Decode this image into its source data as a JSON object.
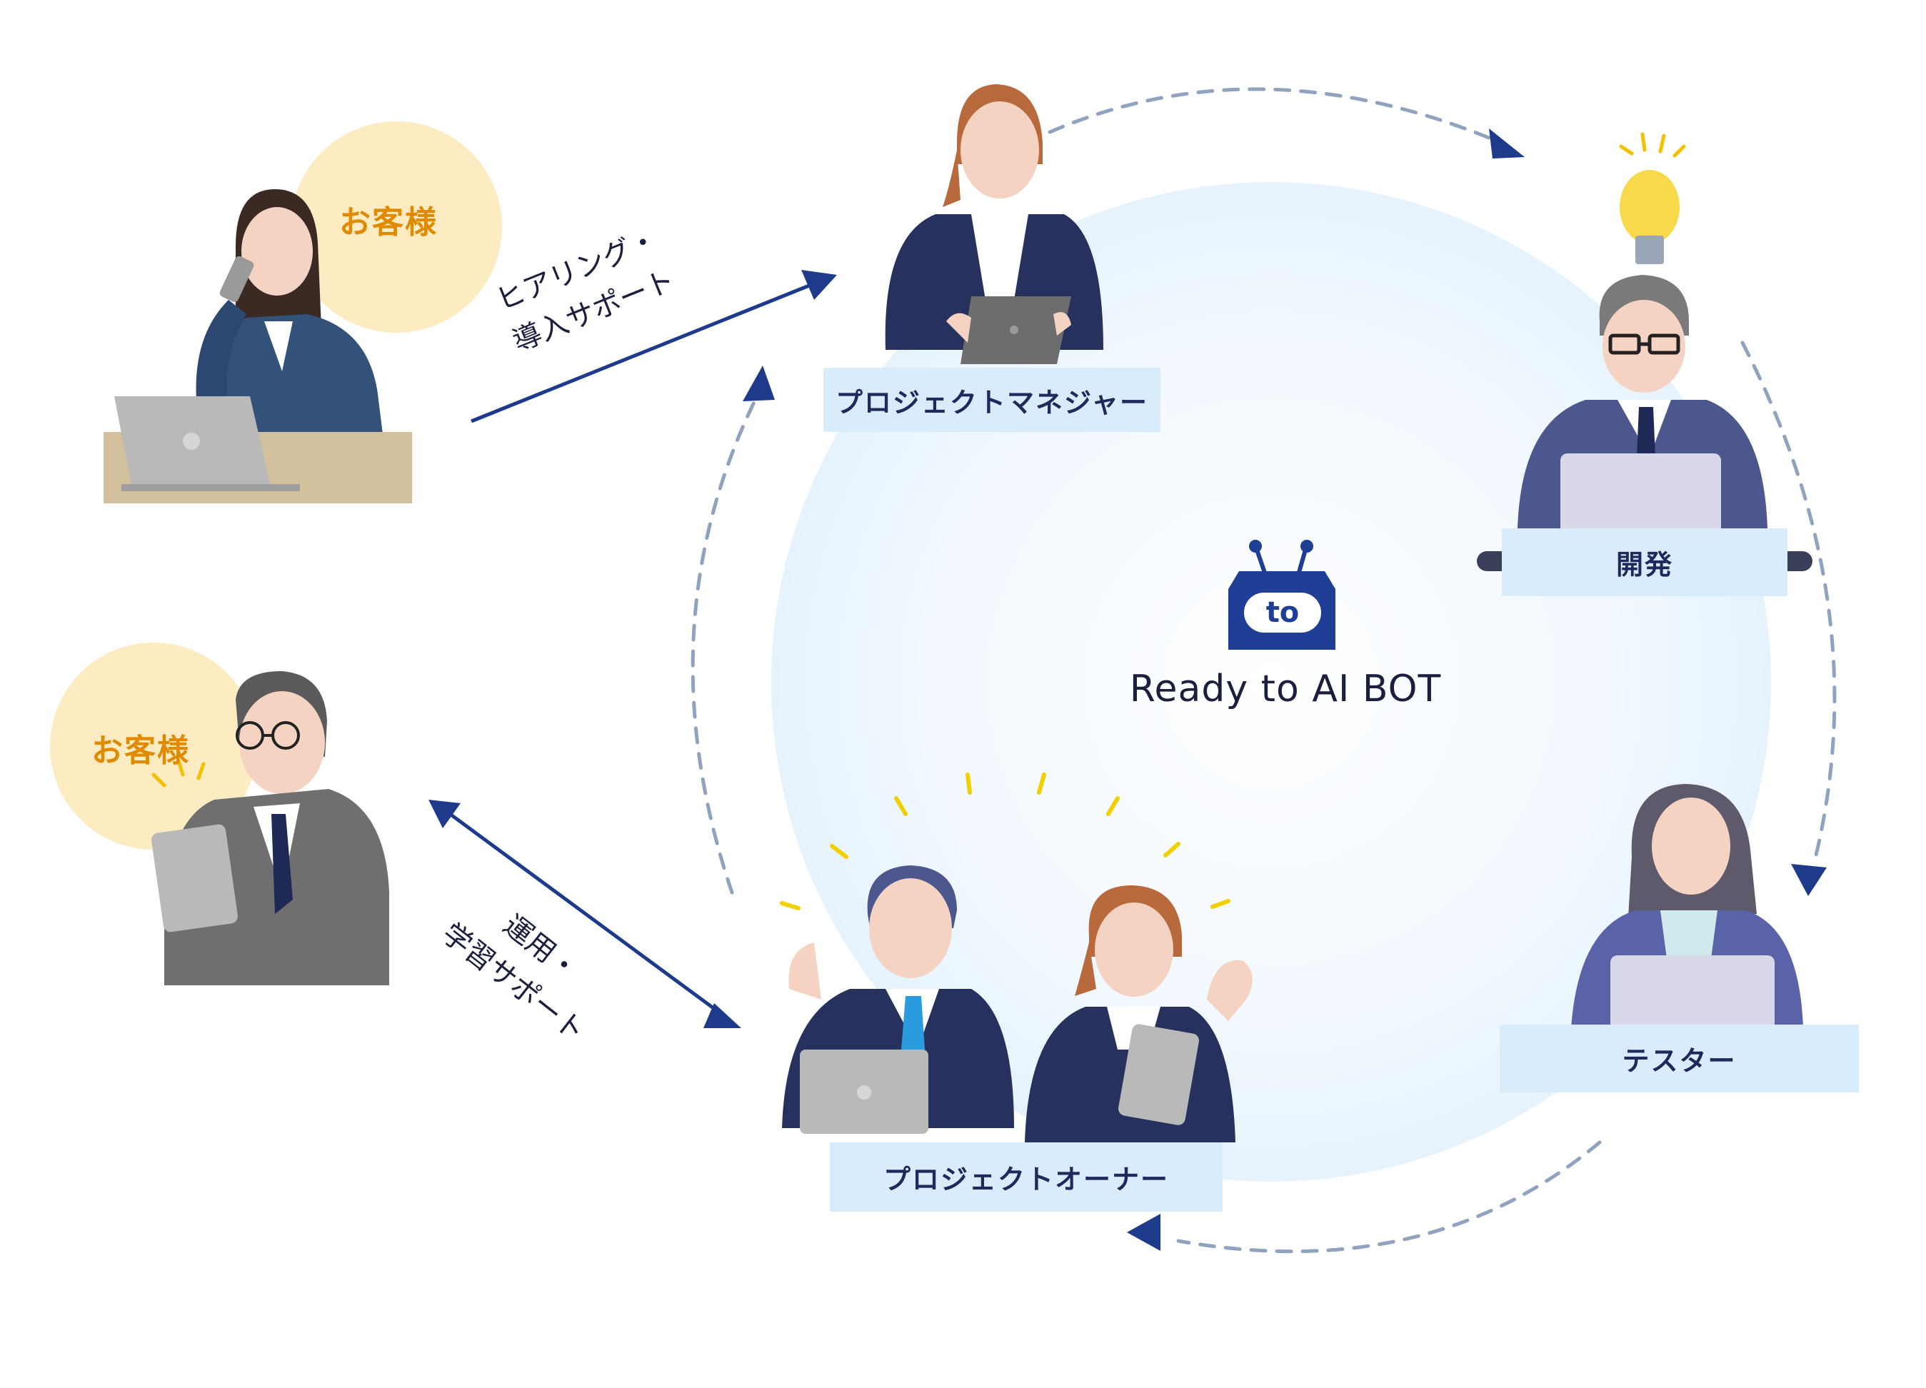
{
  "center": {
    "product_name": "Ready to AI BOT",
    "logo_text": "to"
  },
  "customers": [
    {
      "tag": "お客様"
    },
    {
      "tag": "お客様"
    }
  ],
  "roles": {
    "project_manager": "プロジェクトマネジャー",
    "development": "開発",
    "tester": "テスター",
    "project_owner": "プロジェクトオーナー"
  },
  "edges": {
    "top": {
      "line1": "ヒアリング・",
      "line2": "導入サポート"
    },
    "bottom": {
      "line1": "運用・",
      "line2": "学習サポート"
    }
  },
  "colors": {
    "label_bg": "#d8ecfb",
    "label_text": "#1f2a5c",
    "customer_tag": "#e08a00",
    "customer_circle": "#fdebc2",
    "arrow": "#1e3a8a",
    "dash": "#8fa3bf",
    "navy_suit": "#26315e",
    "bulb": "#f7d94a"
  }
}
